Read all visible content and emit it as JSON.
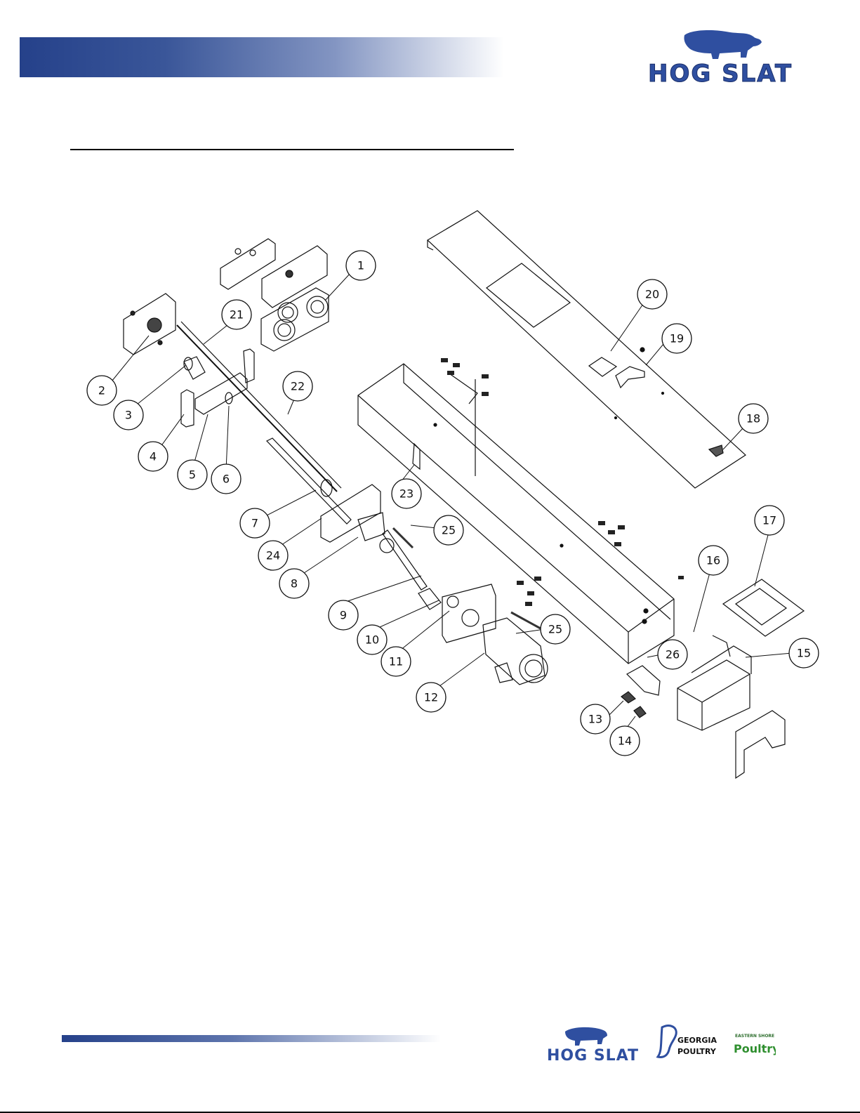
{
  "brand": {
    "primary_color": "#25418a",
    "header_logo_text": "HOG SLAT",
    "footer_logos": [
      {
        "name": "HOG SLAT"
      },
      {
        "name": "GEORGIA POULTRY"
      },
      {
        "name": "EASTERN SHORE Poultry"
      }
    ]
  },
  "diagram": {
    "type": "exploded-parts-diagram",
    "callouts": [
      {
        "num": "1"
      },
      {
        "num": "2"
      },
      {
        "num": "3"
      },
      {
        "num": "4"
      },
      {
        "num": "5"
      },
      {
        "num": "6"
      },
      {
        "num": "7"
      },
      {
        "num": "8"
      },
      {
        "num": "9"
      },
      {
        "num": "10"
      },
      {
        "num": "11"
      },
      {
        "num": "12"
      },
      {
        "num": "13"
      },
      {
        "num": "14"
      },
      {
        "num": "15"
      },
      {
        "num": "16"
      },
      {
        "num": "17"
      },
      {
        "num": "18"
      },
      {
        "num": "19"
      },
      {
        "num": "20"
      },
      {
        "num": "21"
      },
      {
        "num": "22"
      },
      {
        "num": "23"
      },
      {
        "num": "24"
      },
      {
        "num": "25"
      },
      {
        "num": "25"
      },
      {
        "num": "26"
      }
    ]
  },
  "footer_logo_lines": {
    "hogslat": "HOG SLAT",
    "georgia_1": "GEORGIA",
    "georgia_2": "POULTRY",
    "eastern_1": "EASTERN SHORE",
    "eastern_2": "Poultry"
  }
}
